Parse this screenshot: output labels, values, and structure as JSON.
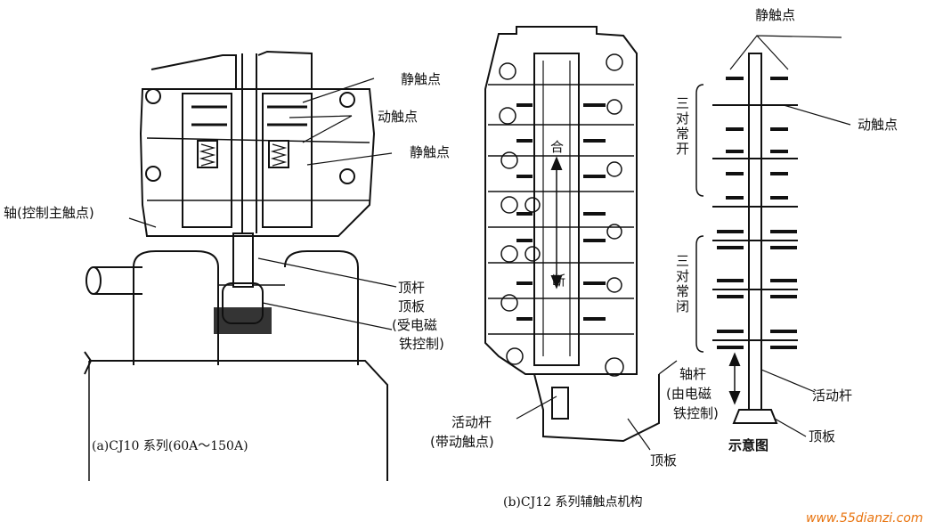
{
  "figure_a": {
    "caption": "(a)CJ10 系列(60A～150A)",
    "labels": {
      "static_contact_top": "静触点",
      "moving_contact": "动触点",
      "static_contact_bottom": "静触点",
      "shaft": "轴(控制主触点)",
      "push_rod": "顶杆",
      "top_plate": "顶板",
      "electromagnet_1": "(受电磁",
      "electromagnet_2": "铁控制)"
    }
  },
  "figure_b": {
    "caption": "(b)CJ12 系列辅触点机构",
    "labels": {
      "close": "合",
      "open": "断",
      "shaft_rod": "轴杆",
      "electromagnet_1": "(由电磁",
      "electromagnet_2": "铁控制)",
      "moving_rod": "活动杆",
      "moving_rod_note": "(带动触点)",
      "top_plate": "顶板"
    }
  },
  "schematic": {
    "static_contact": "静触点",
    "moving_contact": "动触点",
    "three_no": "三对常开",
    "three_nc": "三对常闭",
    "moving_rod": "活动杆",
    "top_plate": "顶板",
    "title": "示意图"
  },
  "watermark": "www.55dianzi.com",
  "colors": {
    "ink": "#111111",
    "watermark_a": "#e8720c",
    "watermark_b": "#1a4fa3"
  }
}
